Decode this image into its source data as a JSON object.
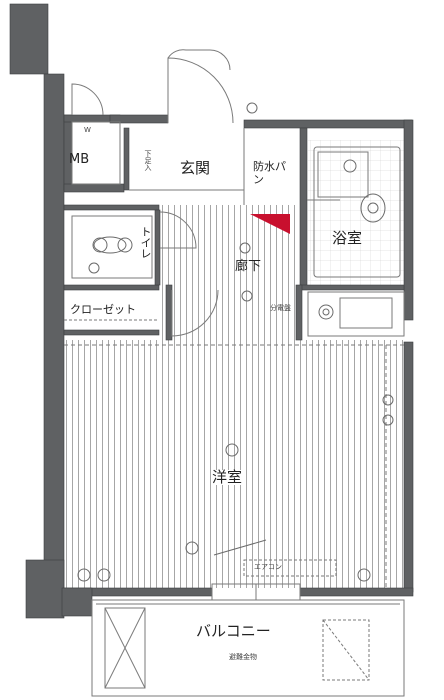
{
  "rooms": {
    "mb": "MB",
    "mb_box": "W",
    "genkan": "玄関",
    "bousui_pan": "防水パン",
    "yokushitsu": "浴室",
    "toilet": "トイレ",
    "rouka": "廊下",
    "closet": "クローゼット",
    "youshitsu": "洋室",
    "balcony": "バルコニー"
  },
  "small_labels": {
    "getabako": "下足入",
    "balcony_note": "避難金物",
    "ac_box": "エアコン",
    "panel": "分電盤"
  },
  "colors": {
    "wall": "#5f6163",
    "wall_edge": "#3d3f41",
    "line": "#7a7a7a",
    "accent": "#c8102e"
  }
}
